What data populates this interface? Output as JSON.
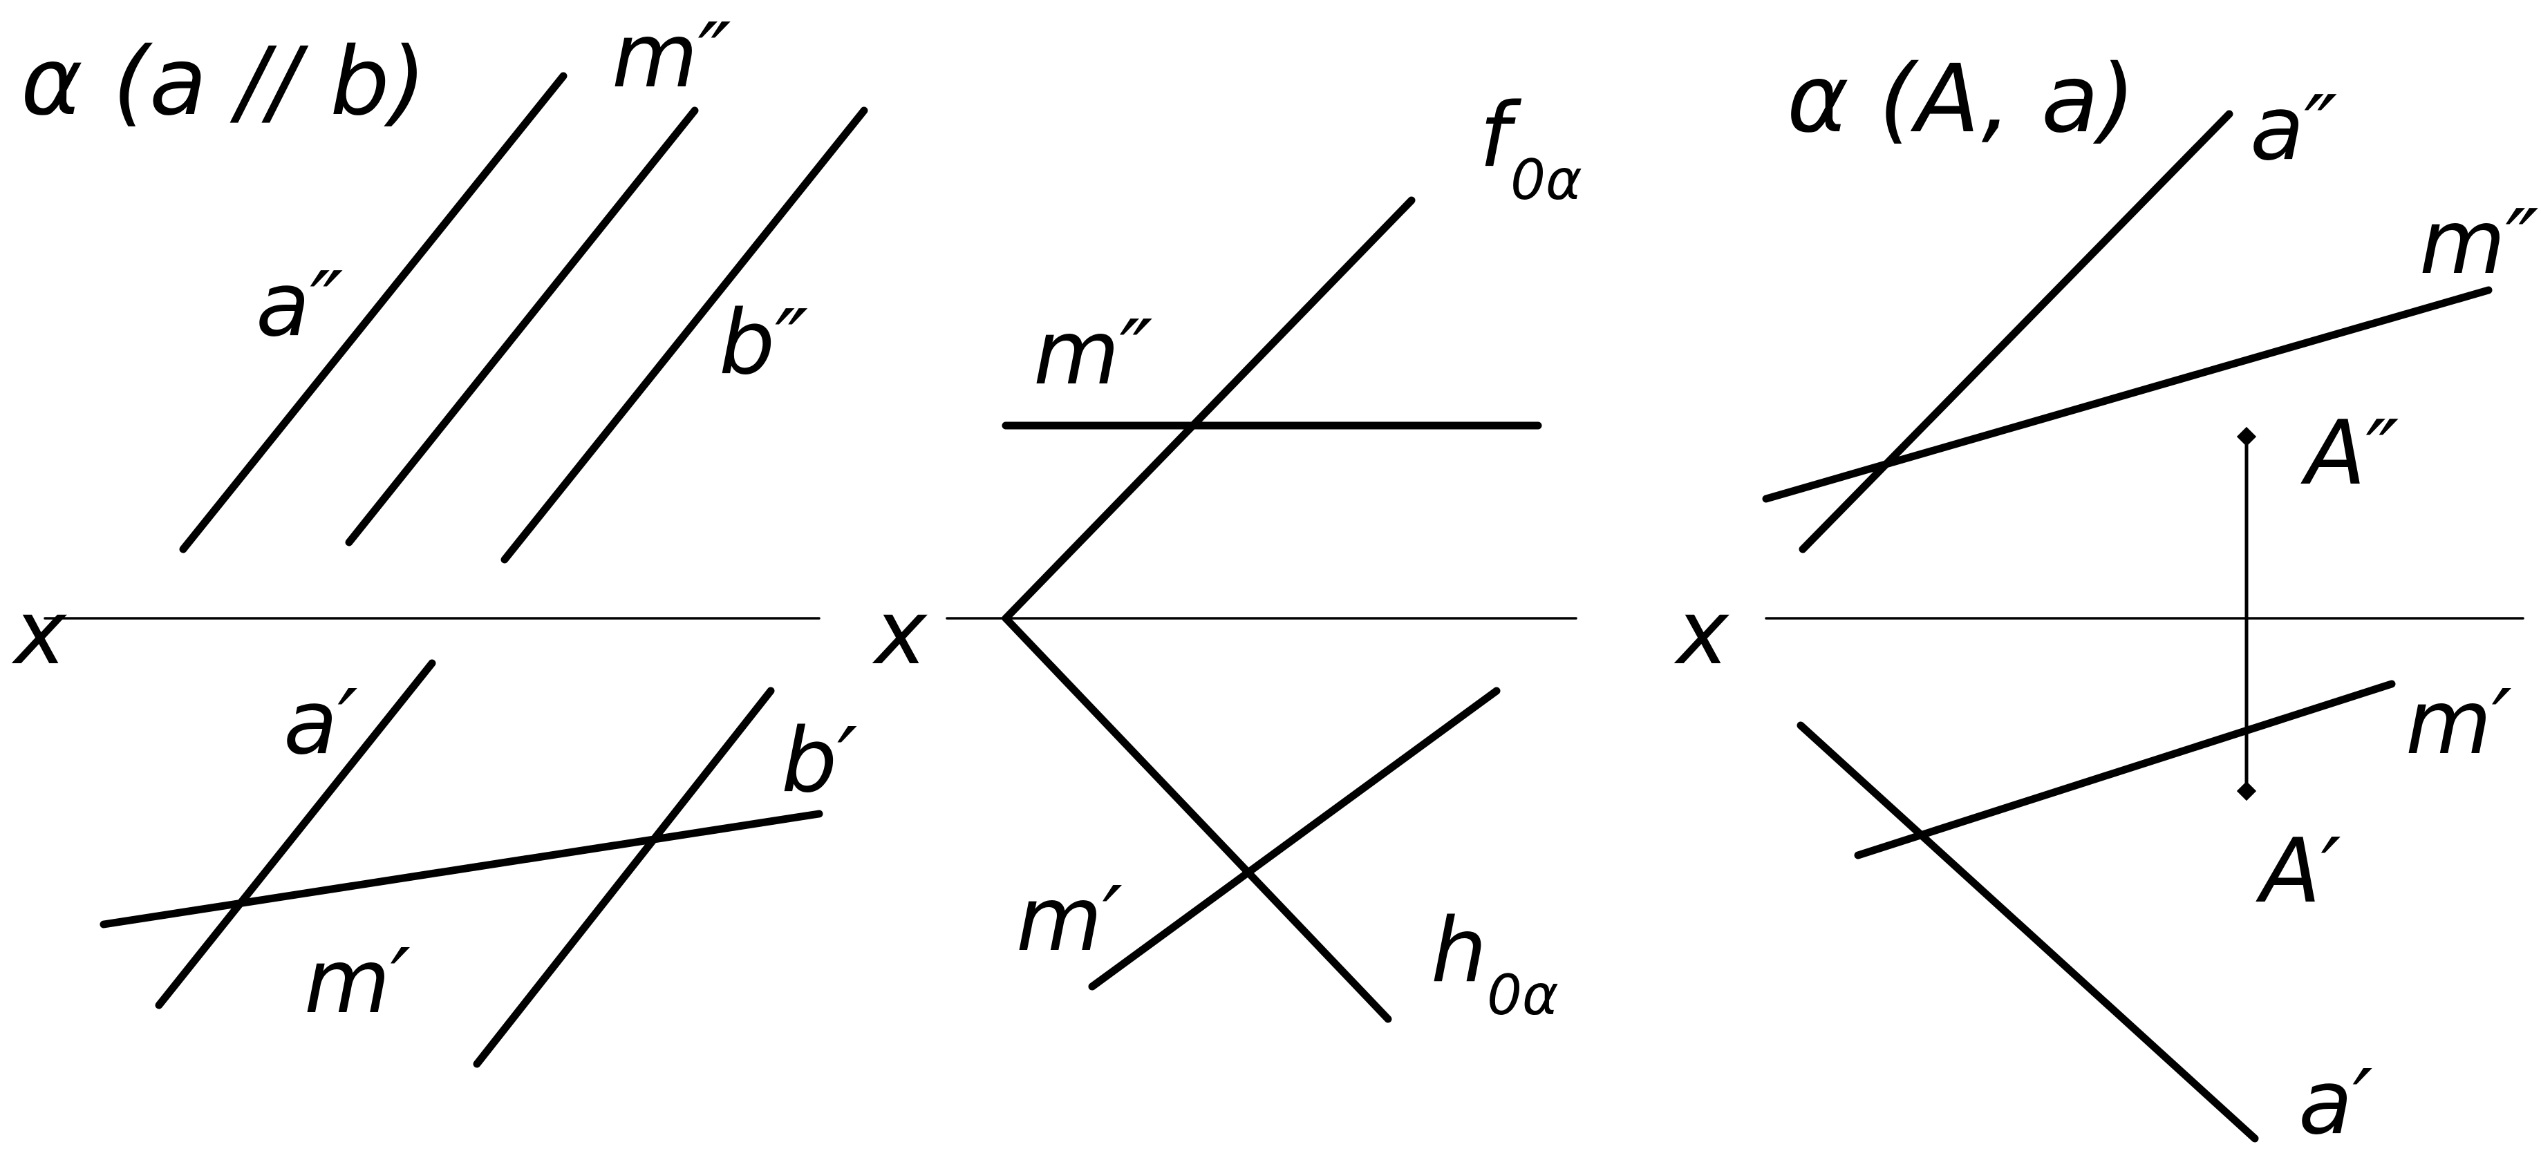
{
  "panel_left": {
    "title": "α (a // b)",
    "labels": {
      "m2": "m″",
      "a2": "a″",
      "b2": "b″",
      "x": "x",
      "a1": "a′",
      "b1": "b′",
      "m1": "m′"
    }
  },
  "panel_middle": {
    "labels": {
      "f": "f",
      "f_sub": "0α",
      "m2": "m″",
      "x": "x",
      "m1": "m′",
      "h": "h",
      "h_sub": "0α"
    }
  },
  "panel_right": {
    "title": "α (A, a)",
    "labels": {
      "a2": "a″",
      "m2": "m″",
      "A2": "A″",
      "x": "x",
      "m1": "m′",
      "A1": "A′",
      "a1": "a′"
    }
  }
}
